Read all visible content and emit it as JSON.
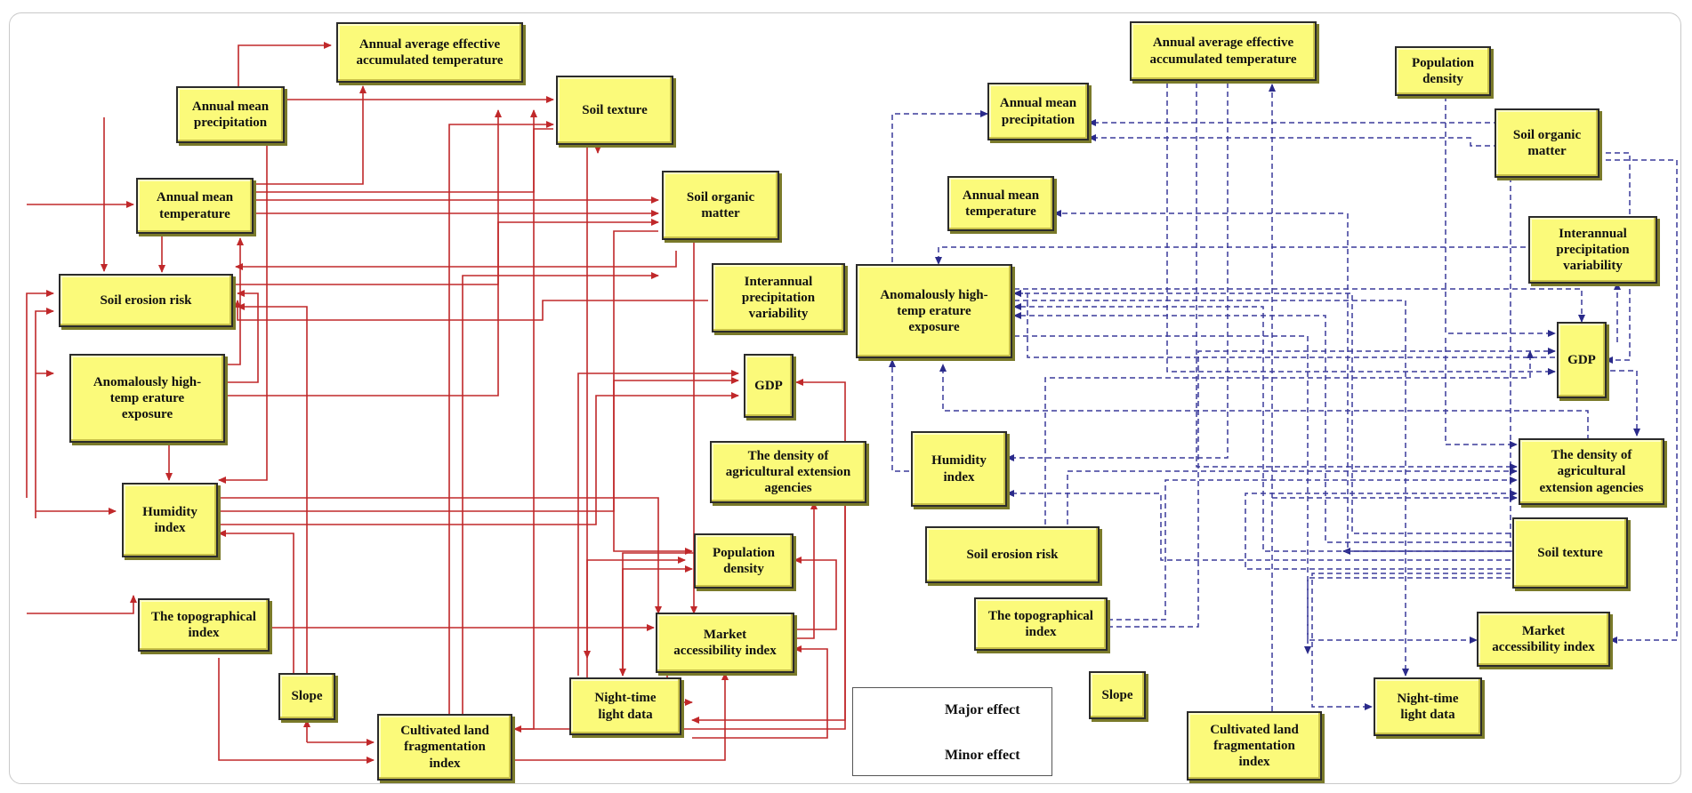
{
  "left_panel": {
    "nodes": {
      "aaeat": "Annual average effective\naccumulated temperature",
      "amp": "Annual mean\nprecipitation",
      "soil_texture": "Soil texture",
      "amt": "Annual mean\ntemperature",
      "soil_organic": "Soil organic\nmatter",
      "soil_erosion": "Soil erosion risk",
      "ipv": "Interannual\nprecipitation\nvariability",
      "ahte": "Anomalously high-\ntemp erature\nexposure",
      "gdp": "GDP",
      "daea": "The density of\nagricultural extension\nagencies",
      "humidity": "Humidity\nindex",
      "pop_density": "Population\ndensity",
      "topo": "The topographical\nindex",
      "market": "Market\naccessibility index",
      "slope": "Slope",
      "night": "Night-time\nlight data",
      "cultivated": "Cultivated land\nfragmentation\nindex"
    }
  },
  "right_panel": {
    "nodes": {
      "aaeat": "Annual average effective\naccumulated temperature",
      "pop_density": "Population\ndensity",
      "amp": "Annual mean\nprecipitation",
      "soil_organic": "Soil organic\nmatter",
      "amt": "Annual mean\ntemperature",
      "ipv": "Interannual\nprecipitation\nvariability",
      "ahte": "Anomalously high-\ntemp erature\nexposure",
      "gdp": "GDP",
      "humidity": "Humidity\nindex",
      "daea": "The density of\nagricultural\nextension agencies",
      "soil_erosion": "Soil erosion risk",
      "soil_texture": "Soil texture",
      "topo": "The topographical\nindex",
      "market": "Market\naccessibility index",
      "slope": "Slope",
      "night": "Night-time\nlight data",
      "cultivated": "Cultivated land\nfragmentation\nindex"
    }
  },
  "legend": {
    "major_label": "Major effect",
    "minor_label": "Minor effect"
  },
  "colors": {
    "major": "#c0282a",
    "minor": "#3a3a9a",
    "node_fill": "#fbfa7a"
  }
}
